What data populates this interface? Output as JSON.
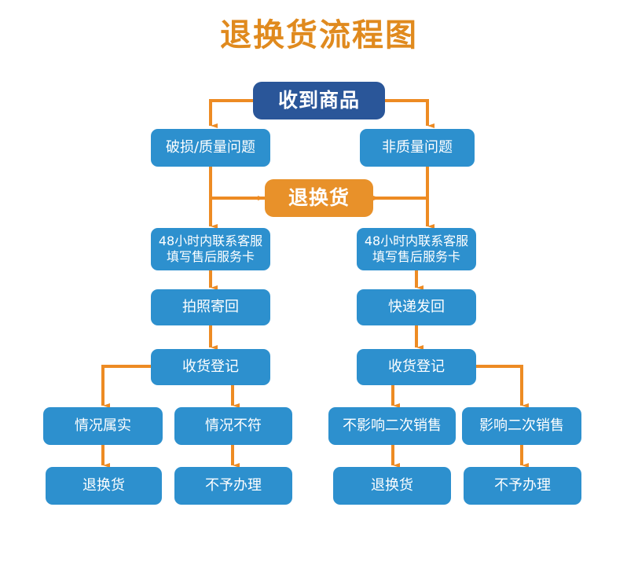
{
  "title": "退换货流程图",
  "colors": {
    "title": "#e08a1e",
    "navy": "#2a5699",
    "blue": "#2d90ce",
    "orange": "#e8912a",
    "connector": "#ed8b23",
    "background": "#ffffff"
  },
  "nodes": {
    "receive_goods": "收到商品",
    "damage_quality": "破损/质量问题",
    "non_quality": "非质量问题",
    "return_exchange_center": "退换货",
    "contact_left_line1": "48小时内联系客服",
    "contact_left_line2": "填写售后服务卡",
    "contact_right_line1": "48小时内联系客服",
    "contact_right_line2": "填写售后服务卡",
    "photo_send_back": "拍照寄回",
    "express_send_back": "快递发回",
    "receipt_register_left": "收货登记",
    "receipt_register_right": "收货登记",
    "situation_true": "情况属实",
    "situation_false": "情况不符",
    "no_impact_resale": "不影响二次销售",
    "impact_resale": "影响二次销售",
    "return_exchange_left": "退换货",
    "no_processing_left": "不予办理",
    "return_exchange_right": "退换货",
    "no_processing_right": "不予办理"
  }
}
